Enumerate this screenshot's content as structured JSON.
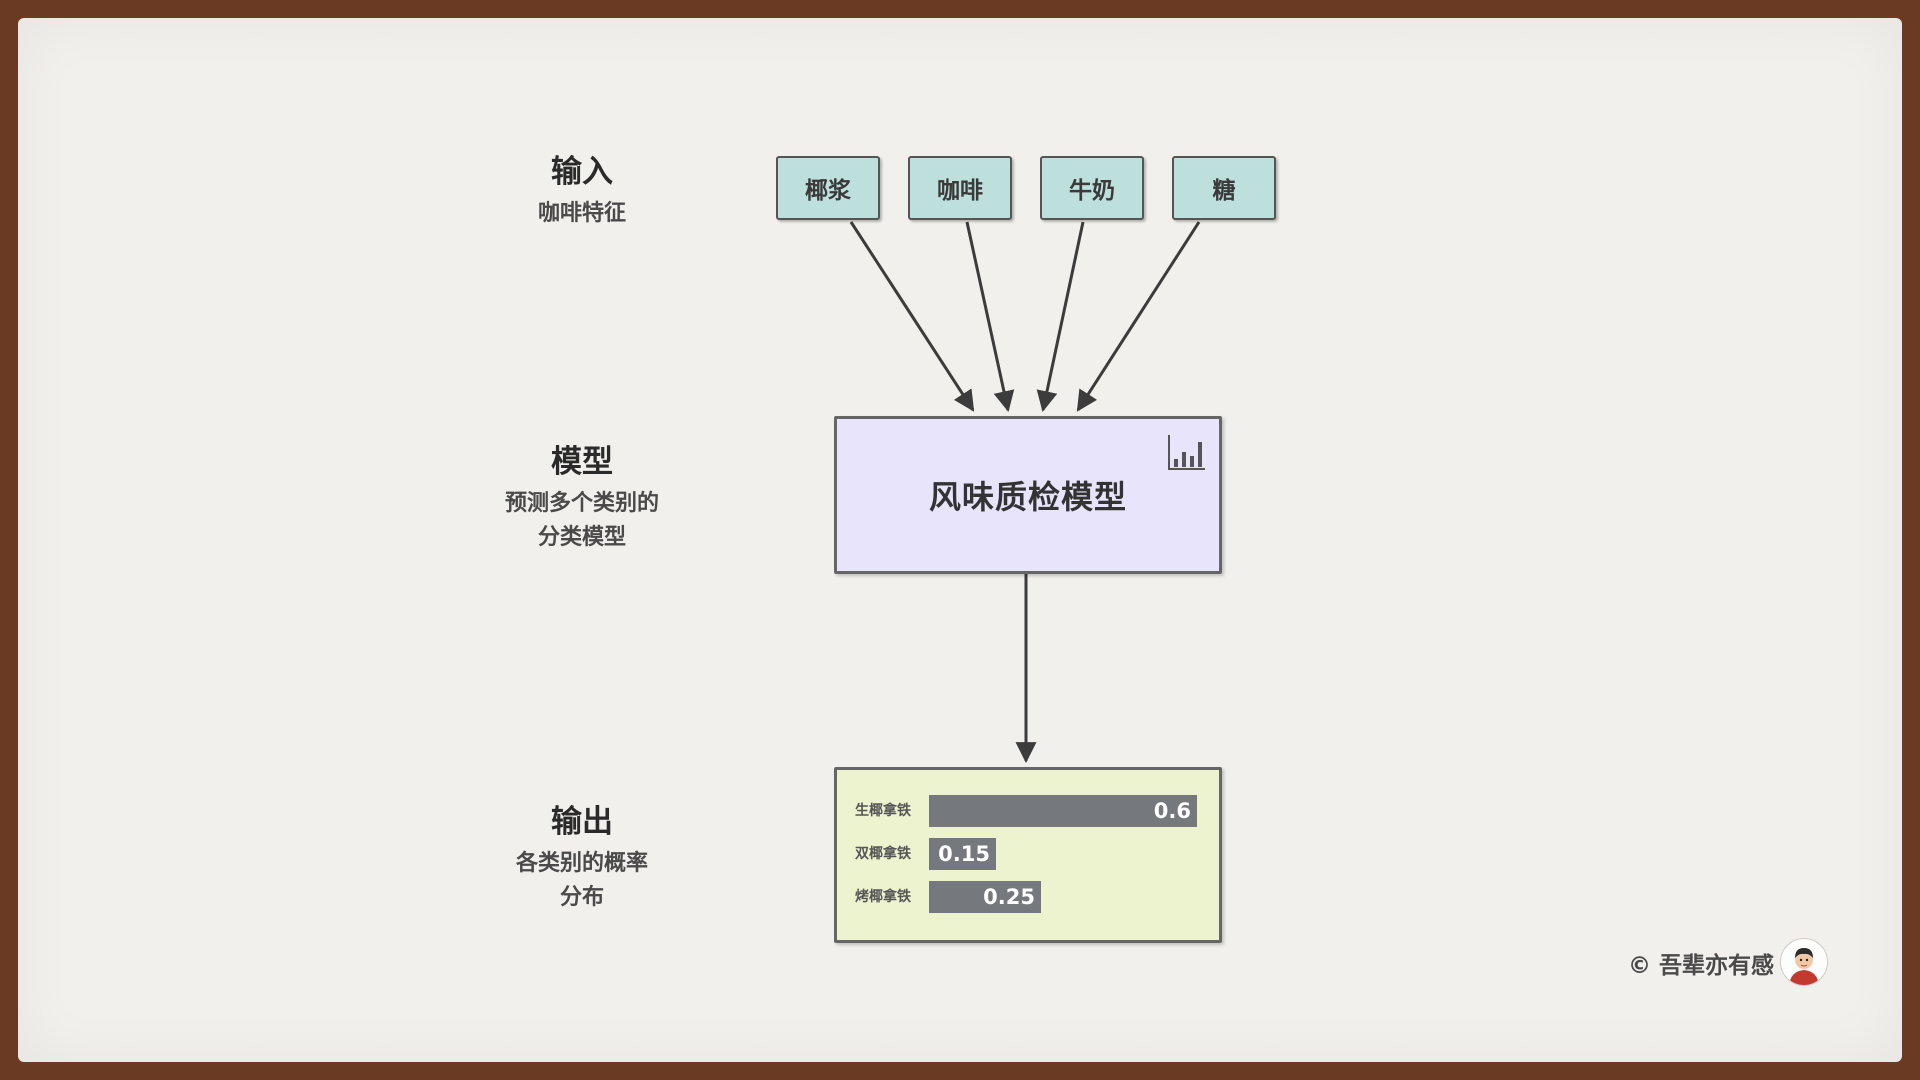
{
  "input": {
    "title": "输入",
    "desc": "咖啡特征"
  },
  "features": [
    "椰浆",
    "咖啡",
    "牛奶",
    "糖"
  ],
  "model_section": {
    "title": "模型",
    "desc_line1": "预测多个类别的",
    "desc_line2": "分类模型"
  },
  "model_box": {
    "label": "风味质检模型",
    "icon": "bar-chart-icon"
  },
  "output": {
    "title": "输出",
    "desc_line1": "各类别的概率",
    "desc_line2": "分布"
  },
  "chart_data": {
    "type": "bar",
    "orientation": "horizontal",
    "categories": [
      "生椰拿铁",
      "双椰拿铁",
      "烤椰拿铁"
    ],
    "values": [
      0.6,
      0.15,
      0.25
    ],
    "value_labels": [
      "0.6",
      "0.15",
      "0.25"
    ],
    "xlim": [
      0,
      0.6
    ],
    "bar_color": "#75797d"
  },
  "footer": {
    "copyright": "© 吾辈亦有感",
    "avatar_icon": "avatar-icon"
  }
}
